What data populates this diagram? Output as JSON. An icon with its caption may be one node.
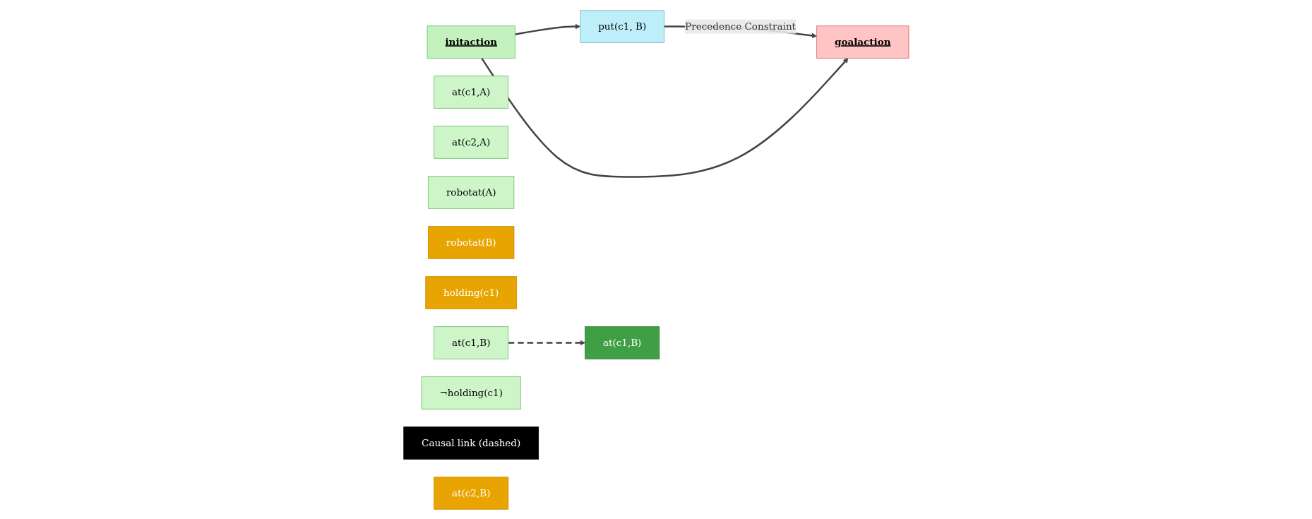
{
  "diagram": {
    "nodes": [
      {
        "text": [
          "initaction"
        ]
      },
      {
        "text": [
          "at(c1,A)"
        ]
      },
      {
        "text": [
          "at(c2,A)"
        ]
      },
      {
        "text": [
          "robotat(A)"
        ]
      },
      {
        "text": [
          "robotat(B)"
        ]
      },
      {
        "text": [
          "holding(c1)"
        ]
      },
      {
        "text": [
          "put(c1, B)"
        ]
      },
      {
        "text": [
          "at(c1,B)"
        ]
      },
      {
        "text": [
          "¬holding(c1)"
        ]
      },
      {
        "text": [
          "Causal link (dashed)"
        ]
      },
      {
        "text": [
          "at(c1,B)"
        ]
      },
      {
        "text": [
          "at(c2,B)"
        ]
      },
      {
        "text": [
          "goalaction"
        ]
      }
    ],
    "edges": [
      {
        "from": 0,
        "to": 6,
        "arrow": "to"
      },
      {
        "from": 7,
        "to": 10,
        "arrow": "to",
        "style": "dashed"
      },
      {
        "from": 6,
        "to": 12,
        "arrow": "to",
        "label": "Precedence Constraint"
      },
      {
        "from": 0,
        "to": 12,
        "arrow": "to"
      }
    ]
  }
}
